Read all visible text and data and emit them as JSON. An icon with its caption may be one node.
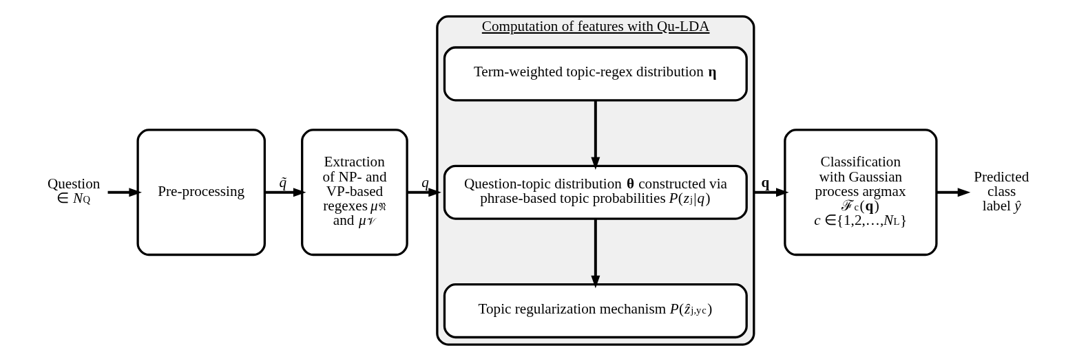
{
  "diagram": {
    "nodes": [
      {
        "text": [
          "Question ∈ *N*$_{Q}$"
        ]
      },
      {
        "text": [
          "Pre-processing"
        ]
      },
      {
        "text": [
          "Extraction of NP- and VP-based regexes *μ*$_{𝔑}$ and *μ*$_{𝒱}$"
        ]
      },
      {
        "text": [
          "Computation of features with Qu-LDA"
        ]
      },
      {
        "text": [
          "Term-weighted topic-regex distribution **η**"
        ],
        "in": 3
      },
      {
        "text": [
          "Question-topic distribution **θ** constructed via phrase-based topic probabilities *P*(*z*$_{j}$|*q*)"
        ],
        "in": 3
      },
      {
        "text": [
          "Topic regularization mechanism *P*(*ẑ*$_{j,y}$$_{c}$)"
        ],
        "in": 3
      },
      {
        "text": [
          "Classification with Gaussian process argmax ℱ$_{c}$(**q**)",
          "*c* ∈{1,2,…,*N*$_{L}$}"
        ]
      },
      {
        "text": [
          "Predicted class label *ŷ*"
        ]
      }
    ],
    "edges": [
      {
        "from": 0,
        "to": 1,
        "arrow": "to"
      },
      {
        "from": 1,
        "to": 2,
        "arrow": "to",
        "label": "*q̃*"
      },
      {
        "from": 2,
        "to": 3,
        "arrow": "to",
        "label": "*q*"
      },
      {
        "from": 4,
        "to": 5,
        "arrow": "to"
      },
      {
        "from": 5,
        "to": 6,
        "arrow": "to"
      },
      {
        "from": 3,
        "to": 7,
        "arrow": "to",
        "label": "**q**"
      },
      {
        "from": 7,
        "to": 8,
        "arrow": "to"
      }
    ]
  }
}
